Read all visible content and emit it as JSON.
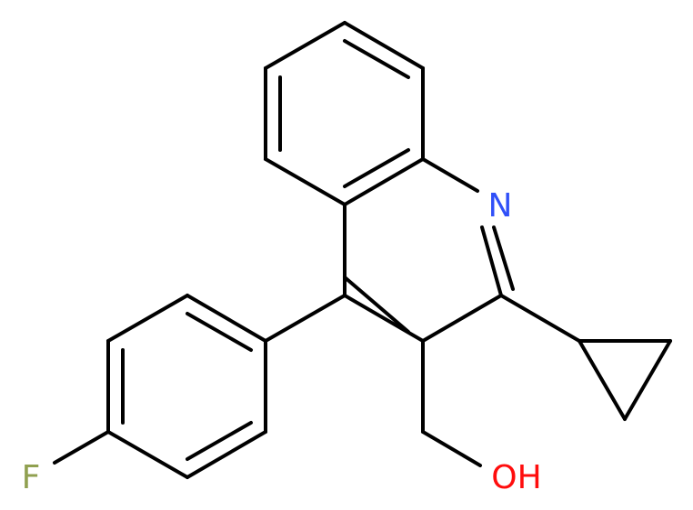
{
  "molecule": {
    "atoms": [
      {
        "symbol": "N",
        "color": "#3050F8"
      },
      {
        "symbol": "F",
        "color": "#90A050"
      },
      {
        "symbol": "OH",
        "color": "#FF0D0D"
      }
    ]
  }
}
